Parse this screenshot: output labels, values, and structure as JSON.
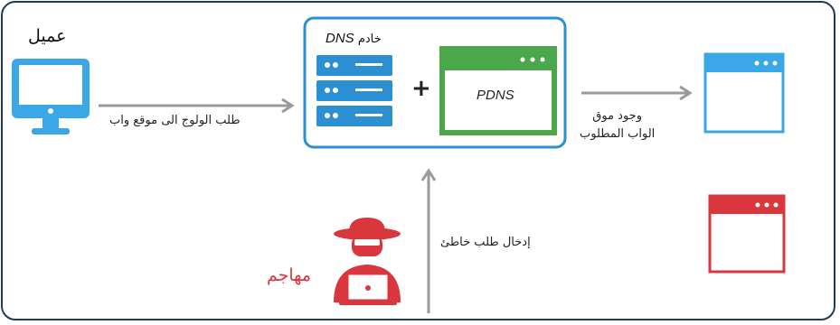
{
  "labels": {
    "client": "عميل",
    "request": "طلب الولوج الى موقع واب",
    "dns_server_prefix": "خادم",
    "dns_server_name": "DNS",
    "pdns": "PDNS",
    "plus": "+",
    "found_line1": "وجود موق",
    "found_line2": "الواب المطلوب",
    "inject": "إدخال طلب خاطئ",
    "attacker": "مهاجم"
  },
  "colors": {
    "frame": "#1f3b57",
    "client_blue": "#3aa8e6",
    "dns_blue": "#2b8fd4",
    "pdns_green": "#4aa84a",
    "arrow_gray": "#9a9a9a",
    "attacker_red": "#d9363e"
  },
  "icons": [
    "monitor-icon",
    "server-rack-icon",
    "browser-window-icon",
    "hacker-icon",
    "laptop-icon"
  ]
}
